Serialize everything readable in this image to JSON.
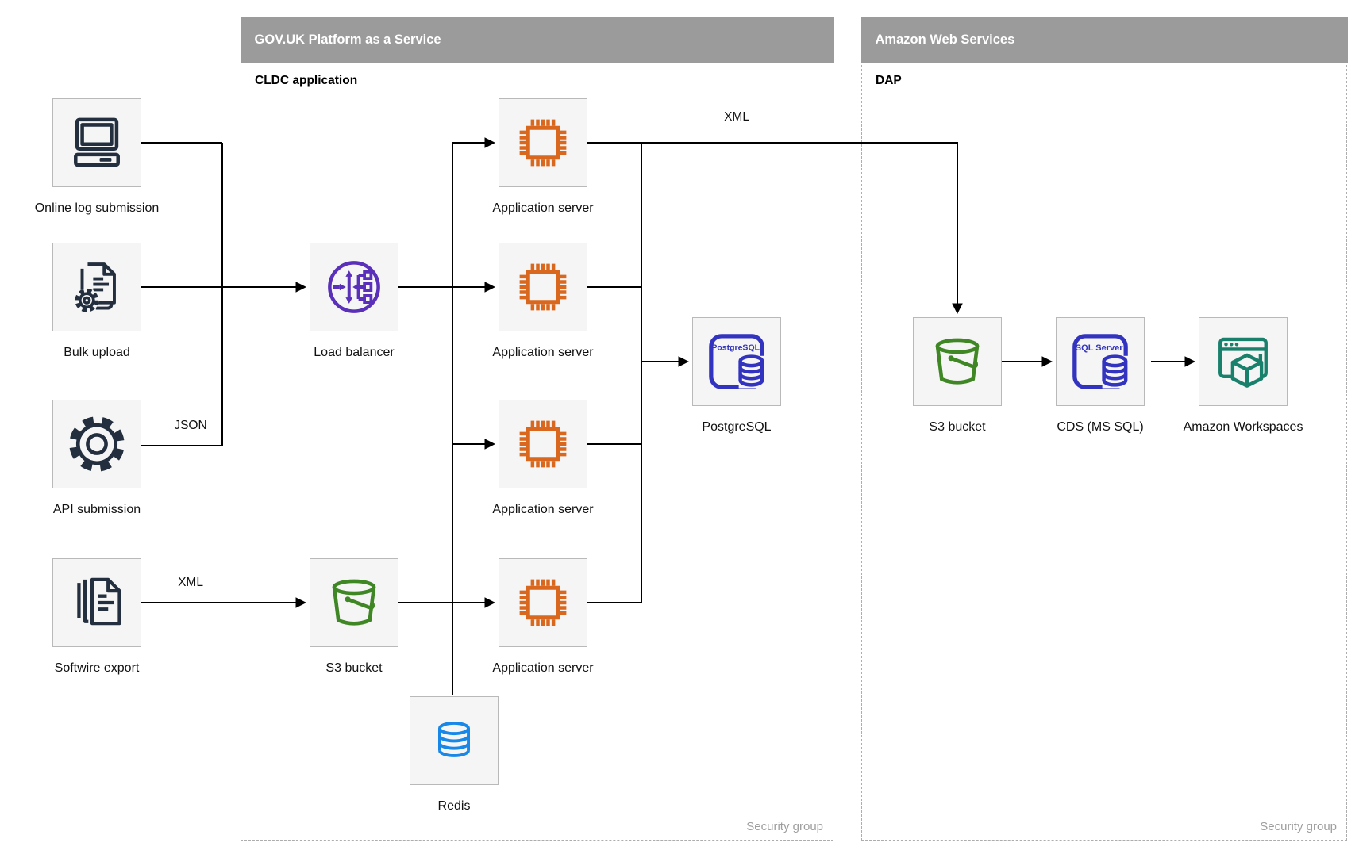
{
  "sections": {
    "paas": {
      "title": "GOV.UK Platform as a Service",
      "subtitle": "CLDC application",
      "footer": "Security group"
    },
    "aws": {
      "title": "Amazon Web Services",
      "subtitle": "DAP",
      "footer": "Security group"
    }
  },
  "nodes": {
    "online_log": {
      "label": "Online log submission",
      "icon": "desktop-computer-icon"
    },
    "bulk_upload": {
      "label": "Bulk upload",
      "icon": "document-gear-icon"
    },
    "api_submission": {
      "label": "API submission",
      "icon": "gear-icon"
    },
    "softwire_export": {
      "label": "Softwire export",
      "icon": "documents-stack-icon"
    },
    "load_balancer": {
      "label": "Load balancer",
      "icon": "load-balancer-icon"
    },
    "app_server_1": {
      "label": "Application server",
      "icon": "chip-icon"
    },
    "app_server_2": {
      "label": "Application server",
      "icon": "chip-icon"
    },
    "app_server_3": {
      "label": "Application server",
      "icon": "chip-icon"
    },
    "app_server_4": {
      "label": "Application server",
      "icon": "chip-icon"
    },
    "postgresql": {
      "label": "PostgreSQL",
      "icon": "postgresql-db-icon"
    },
    "s3_paas": {
      "label": "S3 bucket",
      "icon": "s3-bucket-icon"
    },
    "redis": {
      "label": "Redis",
      "icon": "redis-db-icon"
    },
    "s3_aws": {
      "label": "S3 bucket",
      "icon": "s3-bucket-icon"
    },
    "cds": {
      "label": "CDS (MS SQL)",
      "icon": "sql-server-db-icon"
    },
    "workspaces": {
      "label": "Amazon Workspaces",
      "icon": "workspaces-window-icon"
    }
  },
  "edge_labels": {
    "json": "JSON",
    "xml_export": "XML",
    "xml_transfer": "XML"
  },
  "icon_texts": {
    "postgresql": "PostgreSQL",
    "sql_server": "SQL Server"
  },
  "colors": {
    "header_bg": "#9b9b9b",
    "header_text": "#ffffff",
    "box_fill": "#f5f5f5",
    "box_border": "#b9b9b9",
    "dashed_border": "#adadad",
    "dark_icon": "#232f3e",
    "orange_icon": "#d9671e",
    "purple_icon": "#5a2fb9",
    "green_icon": "#3f8624",
    "blue_db_icon": "#3233be",
    "redis_icon": "#1787e8",
    "teal_icon": "#19806c",
    "wire": "#000000",
    "muted_text": "#9e9e9e"
  }
}
